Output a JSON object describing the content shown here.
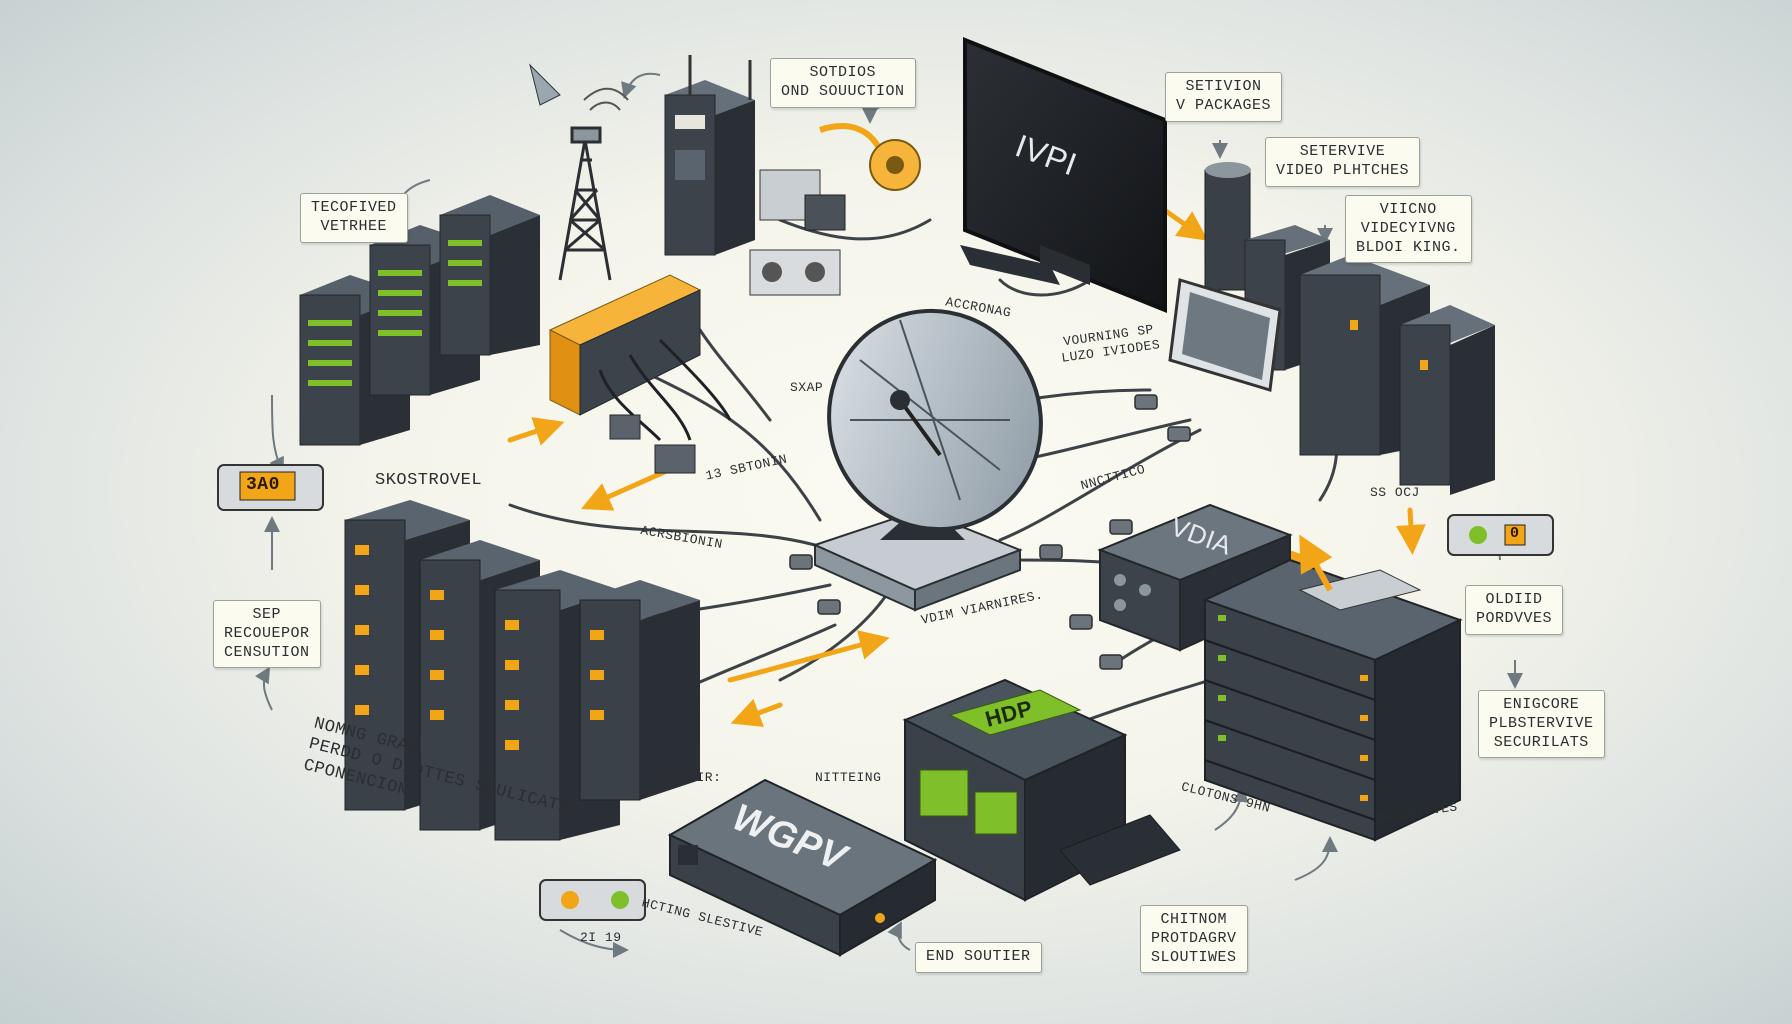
{
  "colors": {
    "accent": "#f2a516",
    "rack": "#3c434b",
    "green": "#7fbf2a",
    "label_bg": "#fcfbf0"
  },
  "labels": {
    "top_center": "SOTDIOS\nOND SOUUCTION",
    "top_right_1": "SETIVION\nV PACKAGES",
    "top_right_2": "SETERVIVE\nVIDEO PLHTCHES",
    "right_1": "VIICNO\nVIDECYIVNG\nBLDOI KING.",
    "left_top": "TECOFIVED\nVETRHEE",
    "left_mid": "SKOSTROVEL",
    "left_low": "SEP\nRECOUEPOR\nCENSUTION",
    "right_mid": "OLDIID\nPORDVVES",
    "right_low": "ENIGCORE\nPLBSTERVIVE\nSECURILATS",
    "bottom_center_1": "END SOUTIER",
    "bottom_center_2": "CHITNOM\nPROTDAGRV\nSLOUTIWES",
    "bottom_left": "NOMNG      GRAO\nPERDD O DIOTTES  SCULICATE\n          CPONENCION",
    "hub_1": "ACCRONAG",
    "hub_2": "SXAP",
    "hub_3": "VOURNING  SP\nLUZO IVIODES",
    "hub_4": "13  SBTONIN",
    "hub_5": "NNCTTICO",
    "hub_6": "ACRSBIONIN",
    "hub_7": "VDIM  VIARNIRES.",
    "hub_8": "SS OCJ",
    "hub_9": "VIECCIR:",
    "hub_10": "NITTEING",
    "hub_11": "CLOTONS  9HN",
    "hub_12": "OD  CRYVVES",
    "hub_13": "HCTING  SLESTIVE",
    "hub_14": "2I 19"
  },
  "devices": {
    "monitor_text": "IVPI",
    "box_text": "VDIA",
    "gpu_text": "HDP",
    "switch_text": "WGPV",
    "counter_text": "3A0",
    "counter_small": "0"
  }
}
